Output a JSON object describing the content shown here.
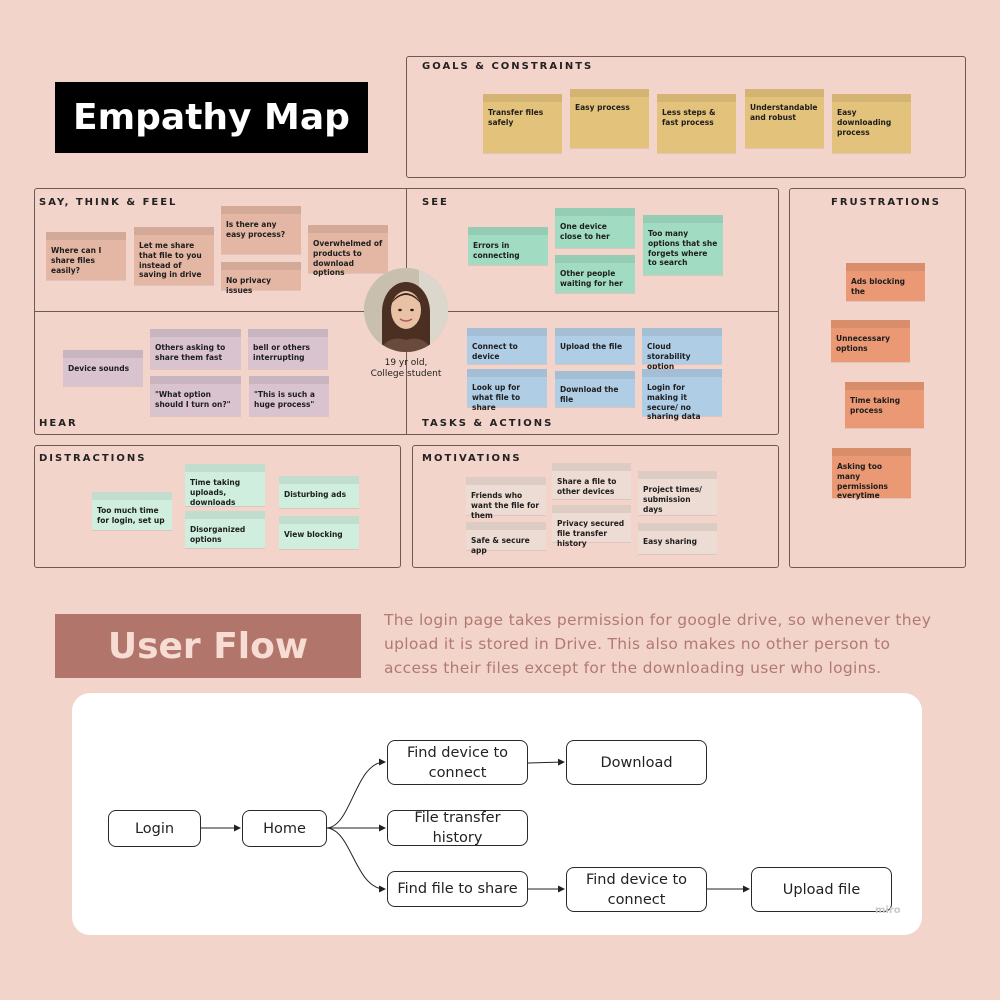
{
  "empathy_title": "Empathy Map",
  "sections": {
    "goals": "GOALS & CONSTRAINTS",
    "say": "SAY, THINK & FEEL",
    "see": "SEE",
    "frustrations": "FRUSTRATIONS",
    "hear": "HEAR",
    "tasks": "TASKS & ACTIONS",
    "distractions": "DISTRACTIONS",
    "motivations": "MOTIVATIONS"
  },
  "notes": {
    "goals": [
      "Transfer files safely",
      "Easy process",
      "Less steps & fast process",
      "Understandable and robust",
      "Easy downloading process"
    ],
    "say": [
      "Where can I share files easily?",
      "Let me share that file to you instead of saving in drive",
      "Is there any easy process?",
      "No privacy issues",
      "Overwhelmed of products to download options"
    ],
    "see": [
      "Errors in connecting",
      "One device close to her",
      "Other people waiting for her",
      "Too many options that she forgets where to search"
    ],
    "hear": [
      "Device sounds",
      "Others asking to share them fast",
      "bell or others interrupting",
      "\"What option should I turn on?\"",
      "\"This is such a huge process\""
    ],
    "tasks": [
      "Connect to device",
      "Upload the file",
      "Cloud storability option",
      "Look up for what file to share",
      "Download the file",
      "Login for making it secure/ no sharing data"
    ],
    "frustrations": [
      "Ads blocking the",
      "Unnecessary options",
      "Time taking process",
      "Asking too many permissions everytime"
    ],
    "distractions": [
      "Too much time for login, set up",
      "Time taking uploads, downloads",
      "Disturbing ads",
      "Disorganized options",
      "View blocking"
    ],
    "motivations": [
      "Friends who want the file for them",
      "Share a file to other devices",
      "Project times/ submission days",
      "Safe & secure app",
      "Privacy secured file transfer history",
      "Easy sharing"
    ]
  },
  "persona": {
    "line1": "19 yr old,",
    "line2": "College student"
  },
  "user_flow_title": "User Flow",
  "user_flow_description": "The login page takes permission for google drive, so whenever they upload it is stored in Drive. This also makes no other person to access their files except for the downloading user who logins.",
  "flow": {
    "login": "Login",
    "home": "Home",
    "find_device_1": "Find device to connect",
    "download": "Download",
    "history": "File transfer history",
    "find_file": "Find file to share",
    "find_device_2": "Find device to connect",
    "upload": "Upload file"
  },
  "watermark": "miro",
  "colors": {
    "background": "#f3d4ca",
    "yellow_note": "#e3c27c",
    "green_note": "#a1dcc2",
    "blue_note": "#b0cde6",
    "orange_note": "#ea9974",
    "user_flow_banner": "#b1756c"
  }
}
